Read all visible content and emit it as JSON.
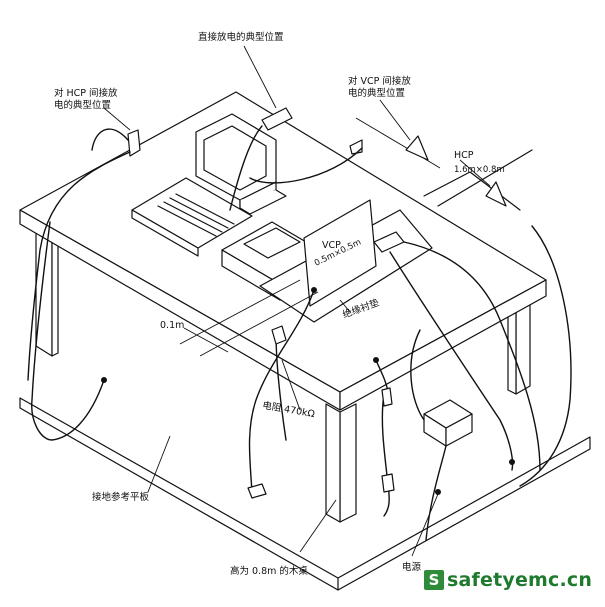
{
  "labels": {
    "direct_discharge": "直接放电的典型位置",
    "hcp_indirect_line1": "对 HCP 间接放",
    "hcp_indirect_line2": "电的典型位置",
    "vcp_indirect_line1": "对 VCP 间接放",
    "vcp_indirect_line2": "电的典型位置",
    "hcp_title": "HCP",
    "hcp_size": "1.6m×0.8m",
    "vcp_title": "VCP",
    "vcp_size": "0.5m×0.5m",
    "insulation_pad": "绝缘衬垫",
    "distance": "0.1m",
    "resistor": "电阻 470kΩ",
    "ground_plane": "接地参考平板",
    "table": "高为 0.8m 的木桌",
    "power": "电源"
  },
  "watermark": {
    "icon": "S",
    "text": "safetyemc.cn",
    "color": "#2e8b3a"
  }
}
